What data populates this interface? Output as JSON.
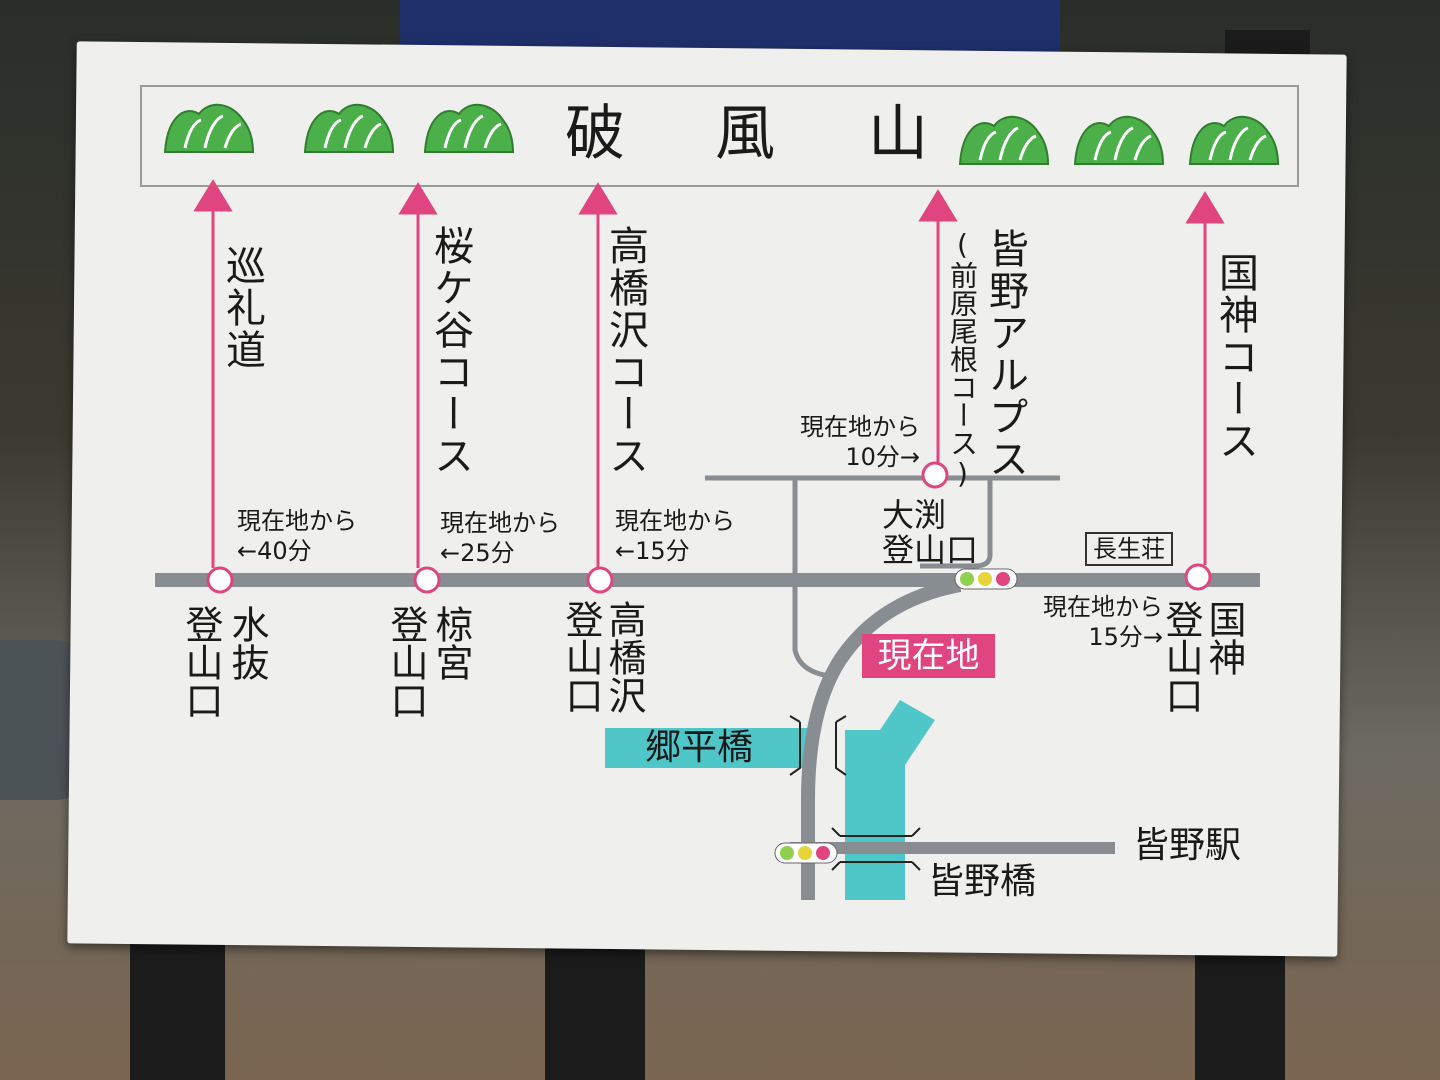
{
  "sign": {
    "title_chars": [
      "破",
      "風",
      "山"
    ],
    "routes": [
      {
        "name": "巡礼道",
        "note": null
      },
      {
        "name": "桜ケ谷コース",
        "note": null
      },
      {
        "name": "高橋沢コース",
        "note": null
      },
      {
        "name": "皆野アルプス",
        "note": "(前原尾根コース)"
      },
      {
        "name": "国神コース",
        "note": null
      }
    ],
    "trailheads": [
      {
        "place": "水抜",
        "suffix": "登山口"
      },
      {
        "place": "椋宮",
        "suffix": "登山口"
      },
      {
        "place": "高橋沢",
        "suffix": "登山口"
      },
      {
        "place": "大渕",
        "suffix": "登山口"
      },
      {
        "place": "国神",
        "suffix": "登山口"
      }
    ],
    "times": [
      {
        "line1": "現在地から",
        "line2": "←40分"
      },
      {
        "line1": "現在地から",
        "line2": "←25分"
      },
      {
        "line1": "現在地から",
        "line2": "←15分"
      },
      {
        "line1": "現在地から",
        "line2": "10分→"
      },
      {
        "line1": "現在地から",
        "line2": "15分→"
      }
    ],
    "landmarks": {
      "inn": "長生荘",
      "current_location": "現在地",
      "bridge_gouhei": "郷平橋",
      "bridge_minano": "皆野橋",
      "station": "皆野駅"
    },
    "colors": {
      "route_arrow": "#e0457f",
      "road": "#878d91",
      "river": "#4fc7c9",
      "mountain": "#4cb04a",
      "here_badge": "#e0457f"
    }
  }
}
